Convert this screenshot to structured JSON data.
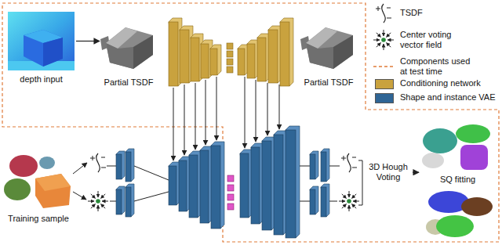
{
  "diagram": {
    "nodes": [
      {
        "text": [
          "depth input"
        ]
      },
      {
        "text": [
          "Partial TSDF"
        ]
      },
      {
        "text": [
          "Partial TSDF"
        ]
      },
      {
        "text": [
          "Training sample"
        ]
      },
      {
        "text": [
          "3D Hough Voting"
        ]
      },
      {
        "text": [
          "SQ fitting"
        ]
      }
    ],
    "edges": [
      {
        "from": 0,
        "to": 1,
        "arrow": "to"
      },
      {
        "from": 4,
        "to": 5,
        "arrow": "to"
      }
    ],
    "legend": [
      {
        "text": "TSDF"
      },
      {
        "text": "Center voting vector field"
      },
      {
        "text": "Components used at test time"
      },
      {
        "text": "Conditioning network",
        "color": "#c9a23e"
      },
      {
        "text": "Shape and instance VAE",
        "color": "#2f6595"
      }
    ]
  }
}
